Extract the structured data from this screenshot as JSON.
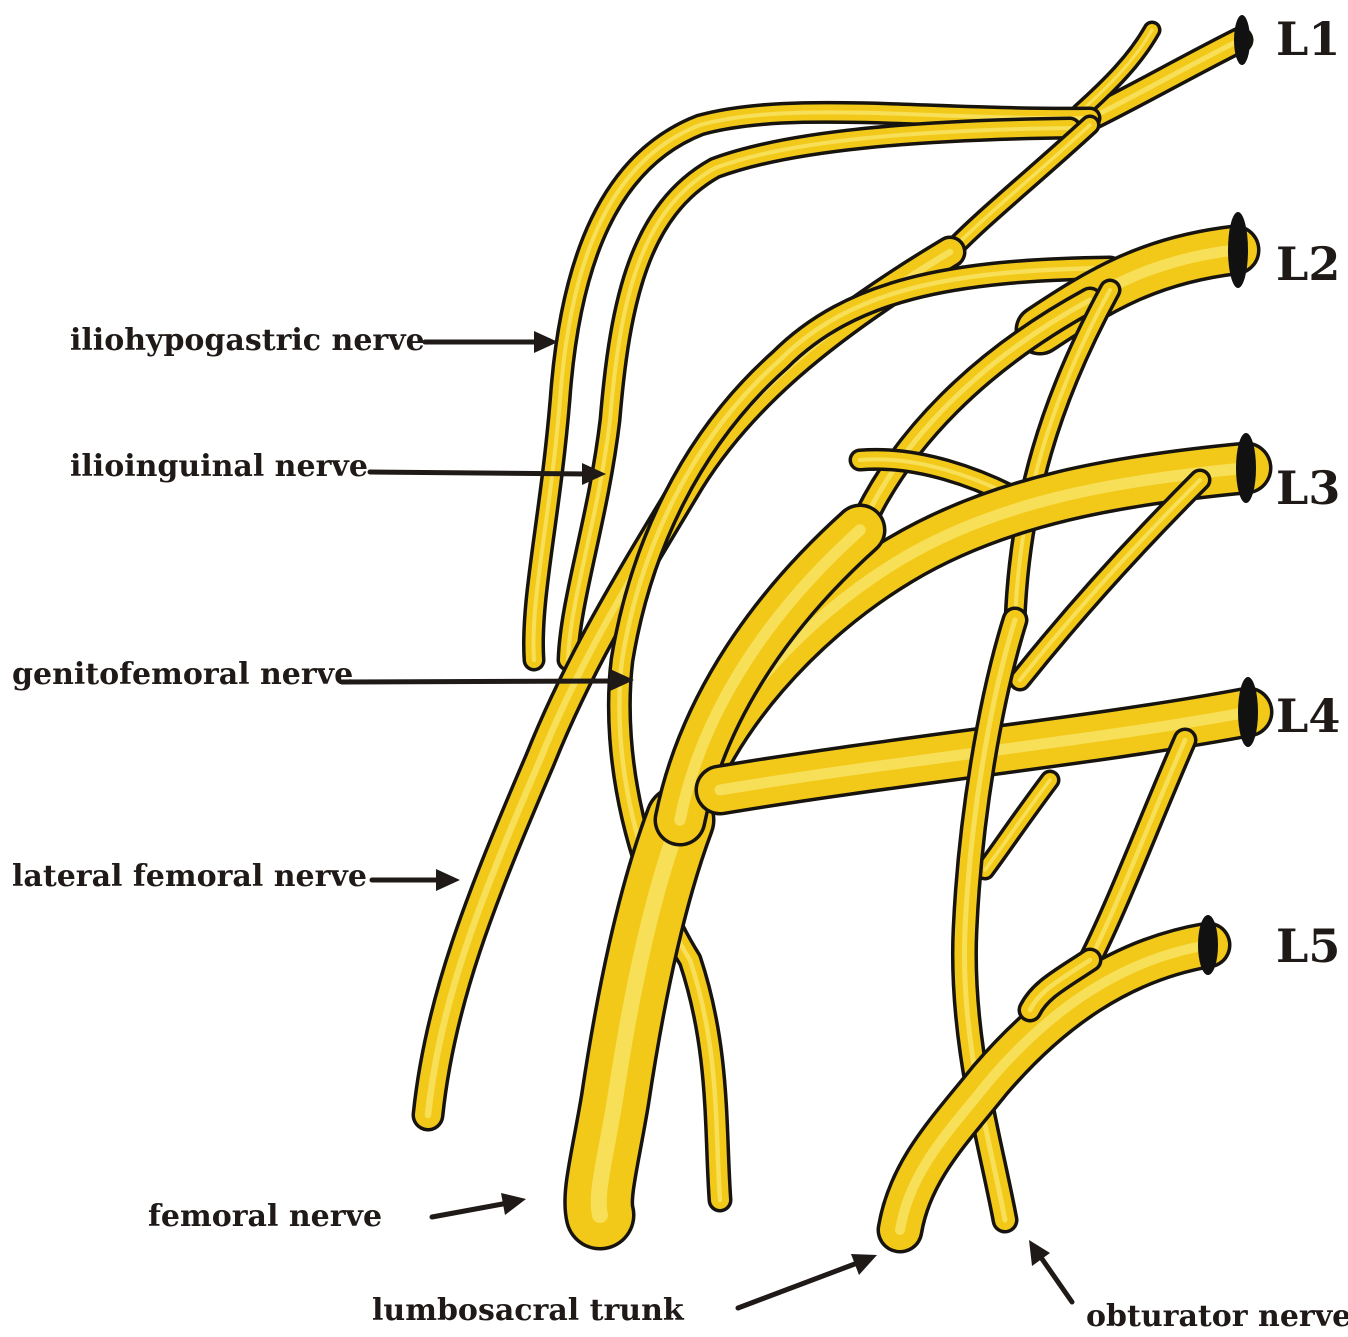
{
  "roots": {
    "l1": "L1",
    "l2": "L2",
    "l3": "L3",
    "l4": "L4",
    "l5": "L5"
  },
  "labels": {
    "iliohypogastric": "iliohypogastric nerve",
    "ilioinguinal": "ilioinguinal nerve",
    "genitofemoral": "genitofemoral nerve",
    "lateral_femoral": "lateral femoral nerve",
    "femoral": "femoral nerve",
    "lumbosacral_trunk": "lumbosacral trunk",
    "obturator": "obturator nerve"
  },
  "colors": {
    "nerve_fill": "#f2c918",
    "nerve_highlight": "#fbe873",
    "nerve_outline": "#17140f",
    "root_stump": "#111111",
    "label_text": "#1f1a17",
    "background": "#ffffff"
  }
}
